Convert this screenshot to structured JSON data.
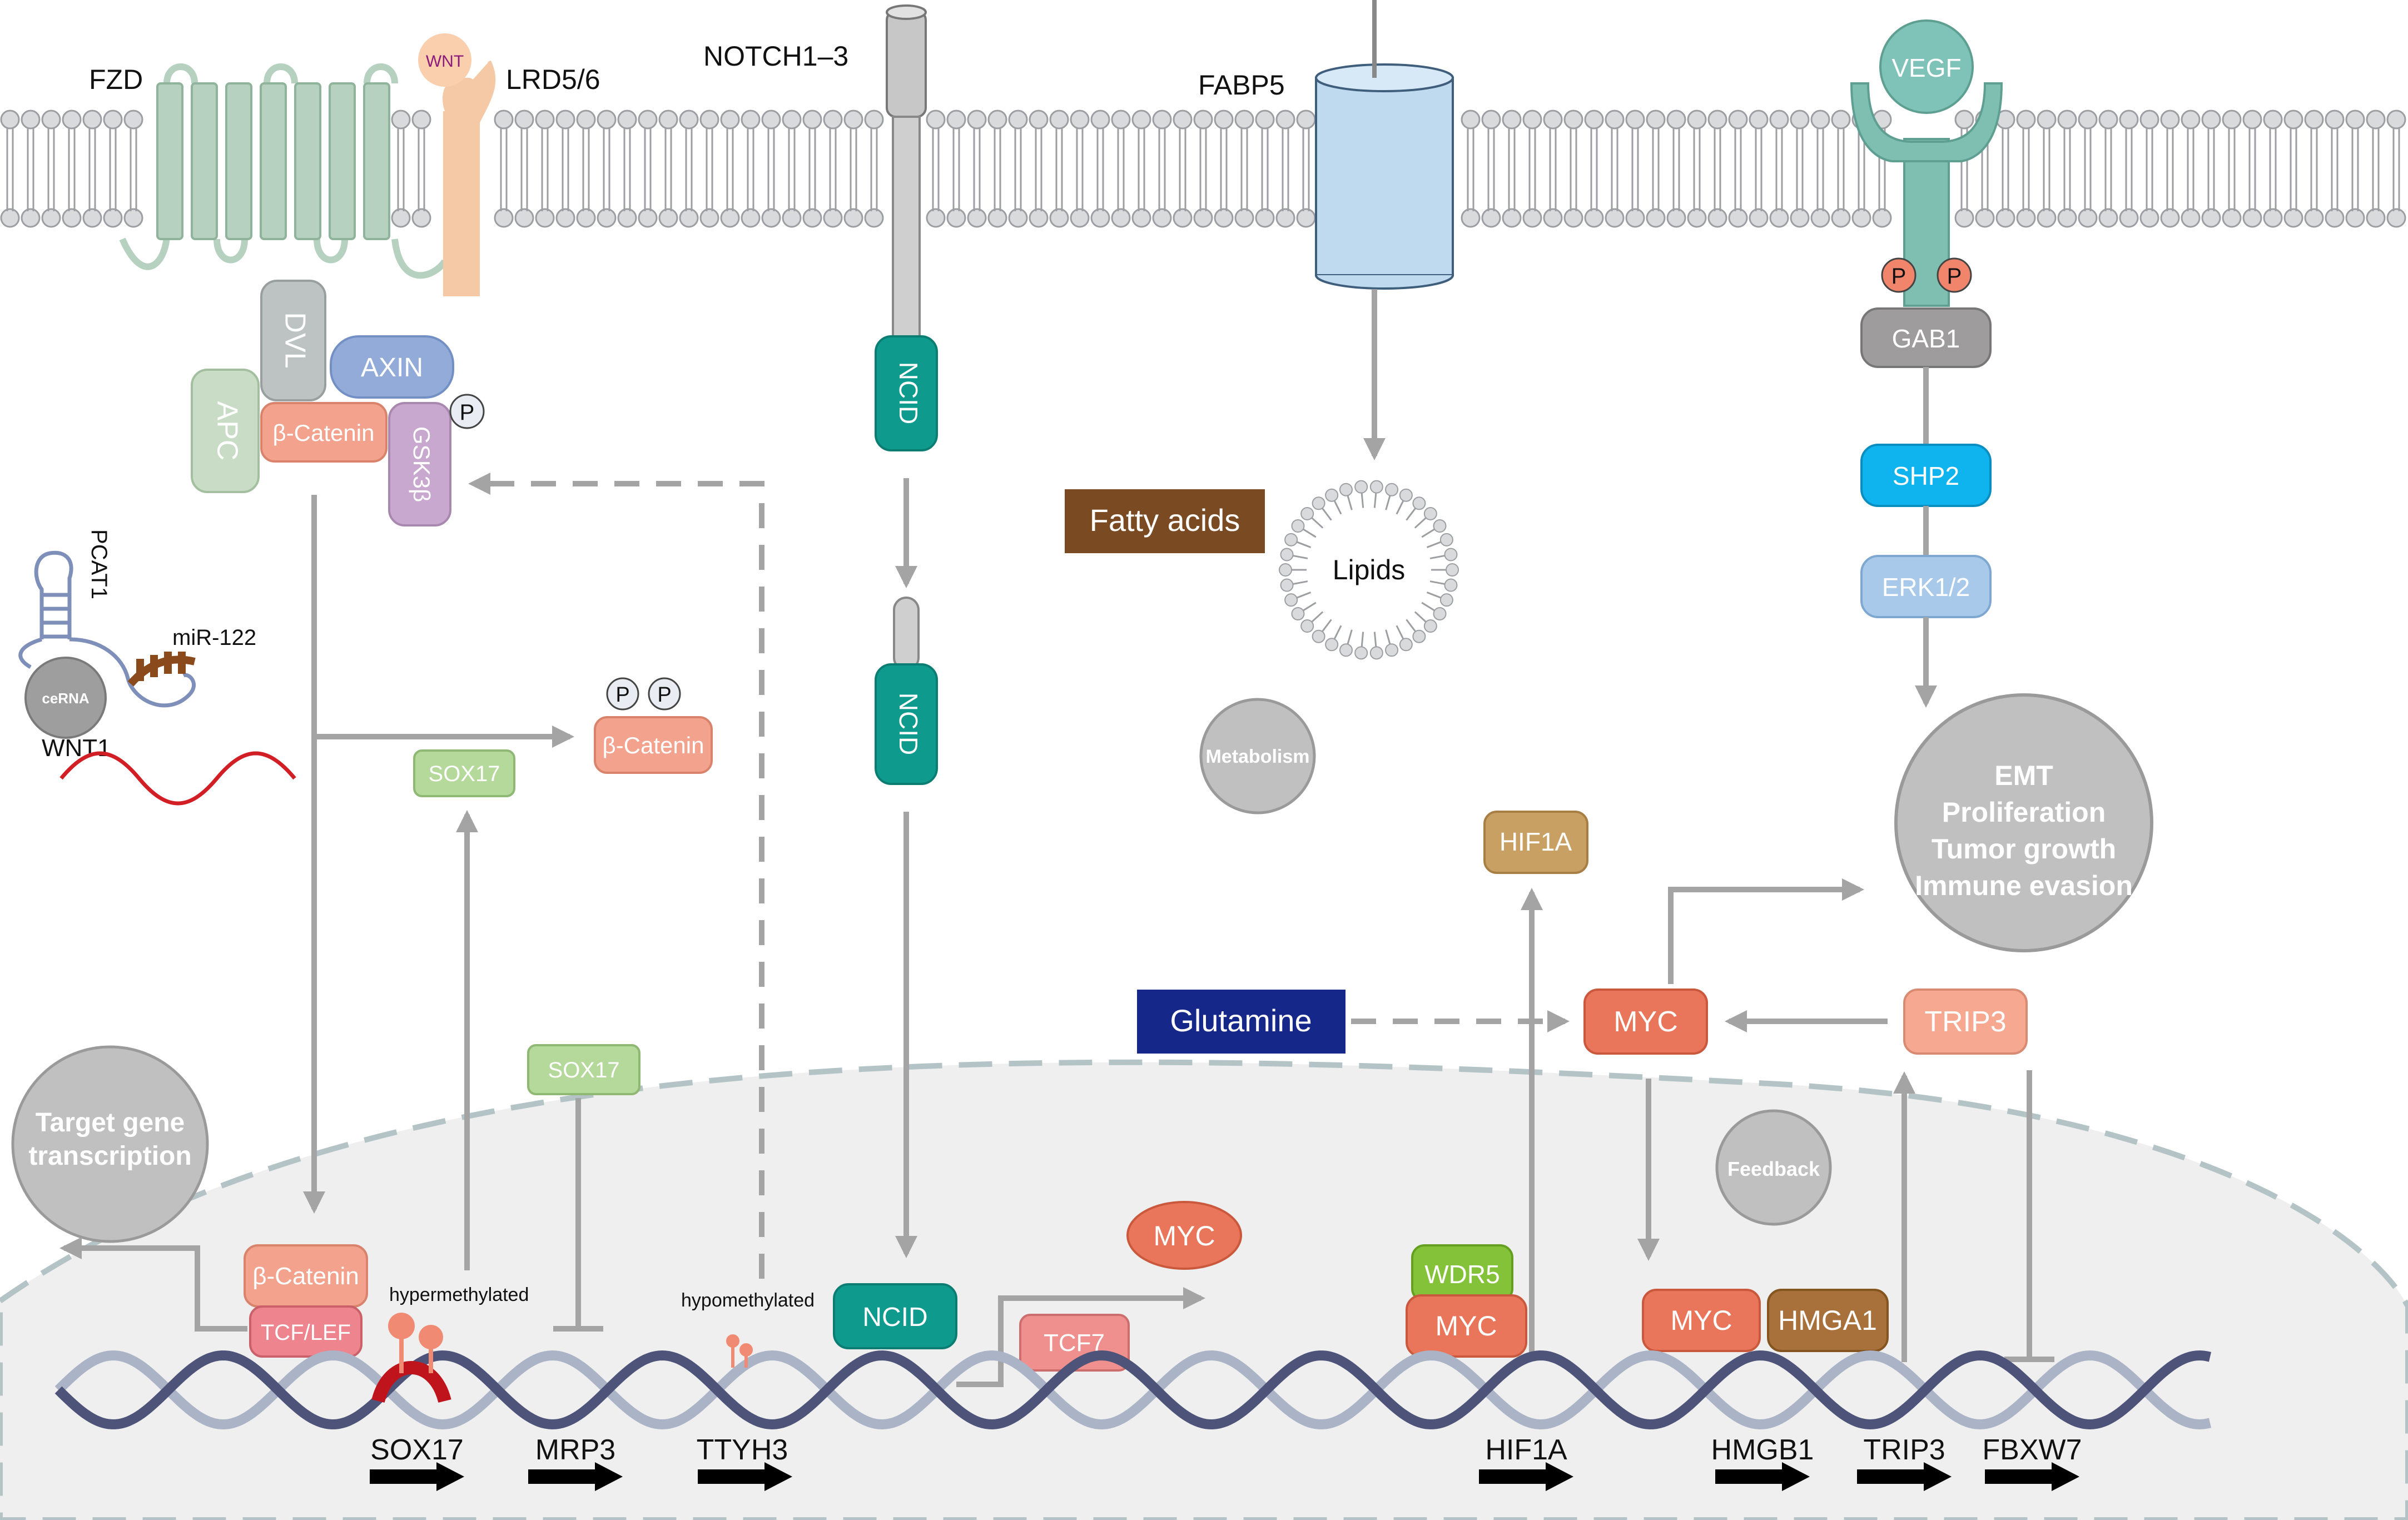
{
  "colors": {
    "membrane_head": "#d9dadc",
    "membrane_head_stroke": "#9c9ea2",
    "membrane_tail": "#9c9ea2",
    "fzd": "#b6d1bf",
    "fzd_stroke": "#8fb39b",
    "wnt": "#f9cfae",
    "wnt_text": "#8b1a7a",
    "lrp": "#f6c9a6",
    "notch_gray": "#c7c7c7",
    "ncid": "#0e9a8c",
    "fabp5": "#bfd9ee",
    "vegf": "#7fc3b8",
    "receptor": "#7fbfb2",
    "phos": "#f0856b",
    "gab1": "#9e9c9c",
    "shp2": "#0fb3ee",
    "erk": "#a8c9ea",
    "dvl": "#bcc3c2",
    "axin": "#93abd8",
    "apc": "#c9dcc6",
    "beta_catenin": "#f3a38d",
    "gsk3b": "#c9a8d0",
    "tcf_lef": "#ee848d",
    "sox17": "#b5d89b",
    "myc": "#e9765a",
    "tcf7": "#ef8f8e",
    "wdr5": "#84c23a",
    "hmga1": "#a8703a",
    "hif1a": "#c9a063",
    "trip3": "#f6a891",
    "fatty_acids": "#7a4a22",
    "glutamine": "#16278a",
    "circle_gray": "#c0c0c0",
    "arrow_gray": "#a4a4a4",
    "dna_dark": "#4e5379",
    "dna_light": "#abb3c6",
    "methyl": "#f08a72",
    "nucleus_fill": "#efefef",
    "nucleus_stroke": "#b4c4c6",
    "wnt1_line": "#d21f26",
    "ncrna_line": "#7e8fba",
    "mirna": "#8a4a1c",
    "hyper_red": "#c0141c"
  },
  "membrane": {
    "receptors": {
      "fzd": "FZD",
      "wnt": "WNT",
      "lrd": "LRD5/6",
      "notch": "NOTCH1–3",
      "fabp5": "FABP5",
      "vegf": "VEGF",
      "phos1": "P",
      "phos2": "P"
    }
  },
  "wnt_pathway": {
    "dvl": "DVL",
    "axin": "AXIN",
    "apc": "APC",
    "beta_catenin_complex": "β-Catenin",
    "gsk3b": "GSK3β",
    "gsk3b_phos": "P",
    "pcat1": "PCAT1",
    "mir122": "miR-122",
    "cerna": "ceRNA",
    "wnt1": "WNT1",
    "sox17_cyto": "SOX17",
    "beta_catenin_phos": "β-Catenin",
    "phos_a": "P",
    "phos_b": "P",
    "target_gene_line1": "Target gene",
    "target_gene_line2": "transcription",
    "beta_catenin_nuc": "β-Catenin",
    "tcf_lef": "TCF/LEF",
    "sox17_nuc": "SOX17",
    "hypermethylated": "hypermethylated",
    "hypomethylated": "hypomethylated"
  },
  "notch_pathway": {
    "ncid_1": "NCID",
    "ncid_2": "NCID",
    "ncid_nuc": "NCID",
    "tcf7": "TCF7",
    "myc_out": "MYC"
  },
  "metabolism": {
    "fatty_acids": "Fatty acids",
    "lipids": "Lipids",
    "metabolism": "Metabolism",
    "glutamine": "Glutamine"
  },
  "vegf_pathway": {
    "gab1": "GAB1",
    "shp2": "SHP2",
    "erk": "ERK1/2",
    "outcome_1": "EMT",
    "outcome_2": "Proliferation",
    "outcome_3": "Tumor growth",
    "outcome_4": "Immune evasion"
  },
  "myc_axis": {
    "hif1a_protein": "HIF1A",
    "myc_main": "MYC",
    "trip3_protein": "TRIP3",
    "feedback": "Feedback",
    "wdr5": "WDR5",
    "myc_wdr5": "MYC",
    "myc_hmga": "MYC",
    "hmga1": "HMGA1"
  },
  "genes": {
    "sox17": "SOX17",
    "mrp3": "MRP3",
    "ttyh3": "TTYH3",
    "hif1a": "HIF1A",
    "hmgb1": "HMGB1",
    "trip3": "TRIP3",
    "fbxw7": "FBXW7"
  }
}
